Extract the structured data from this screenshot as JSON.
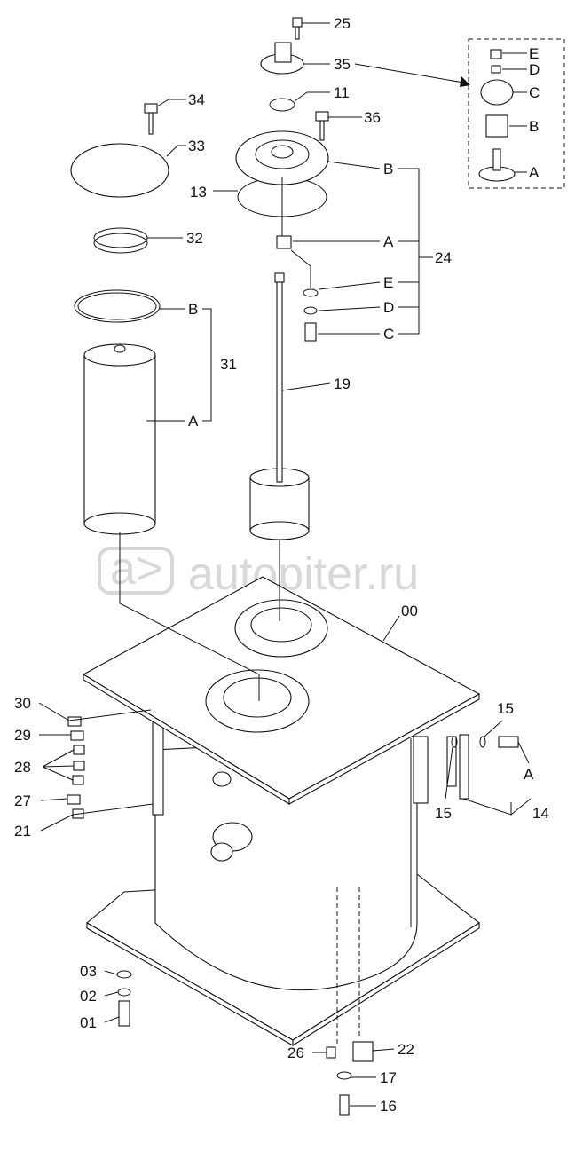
{
  "watermark": "autopiter.ru",
  "callouts": {
    "c25": "25",
    "c35": "35",
    "c11": "11",
    "c36": "36",
    "c34": "34",
    "c33": "33",
    "c13": "13",
    "c32": "32",
    "c31": "31",
    "c19": "19",
    "c24": "24",
    "c00": "00",
    "c15a": "15",
    "c15b": "15",
    "c14": "14",
    "c30": "30",
    "c29": "29",
    "c28": "28",
    "c27": "27",
    "c21": "21",
    "c03": "03",
    "c02": "02",
    "c01": "01",
    "c26": "26",
    "c22": "22",
    "c17": "17",
    "c16": "16"
  },
  "letters": {
    "inset_e": "E",
    "inset_d": "D",
    "inset_c": "C",
    "inset_b": "B",
    "inset_a": "A",
    "g24_b": "B",
    "g24_a": "A",
    "g24_e": "E",
    "g24_d": "D",
    "g24_c": "C",
    "g31_b": "B",
    "g31_a": "A",
    "g14_a": "A"
  }
}
